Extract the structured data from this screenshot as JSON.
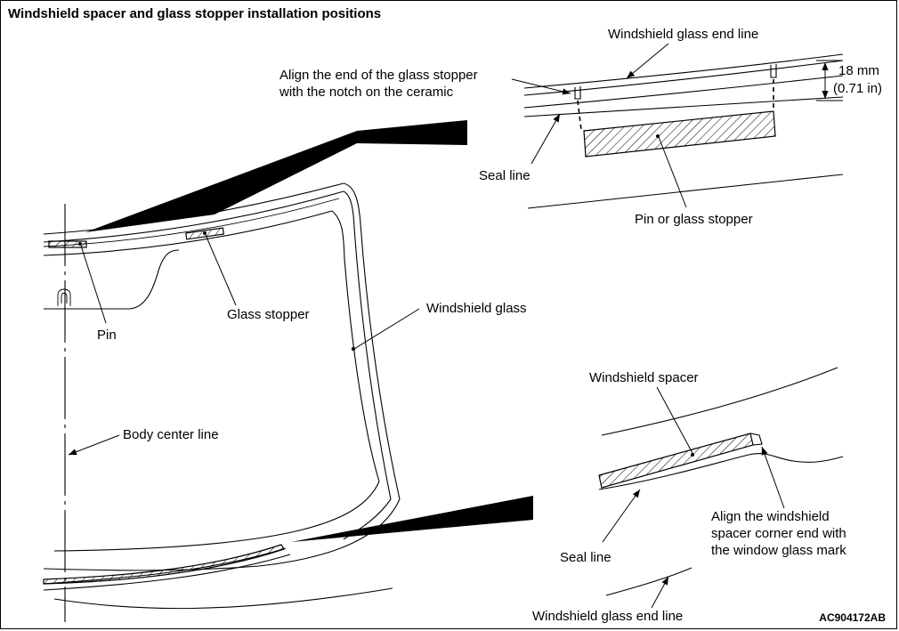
{
  "title": "Windshield spacer and glass stopper installation positions",
  "figure_id": "AC904172AB",
  "labels": {
    "windshield_glass_end_line_top": "Windshield glass end line",
    "align_stopper_line1": "Align the end of the glass stopper",
    "align_stopper_line2": "with the notch on the ceramic",
    "dimension_mm": "18 mm",
    "dimension_in": "(0.71 in)",
    "seal_line_top": "Seal line",
    "pin_or_glass_stopper": "Pin or glass stopper",
    "pin": "Pin",
    "glass_stopper": "Glass stopper",
    "windshield_glass": "Windshield glass",
    "body_center_line": "Body center line",
    "windshield_spacer": "Windshield spacer",
    "align_spacer_line1": "Align the windshield",
    "align_spacer_line2": "spacer corner end with",
    "align_spacer_line3": "the window glass mark",
    "seal_line_bottom": "Seal line",
    "windshield_glass_end_line_bottom": "Windshield glass end line"
  }
}
